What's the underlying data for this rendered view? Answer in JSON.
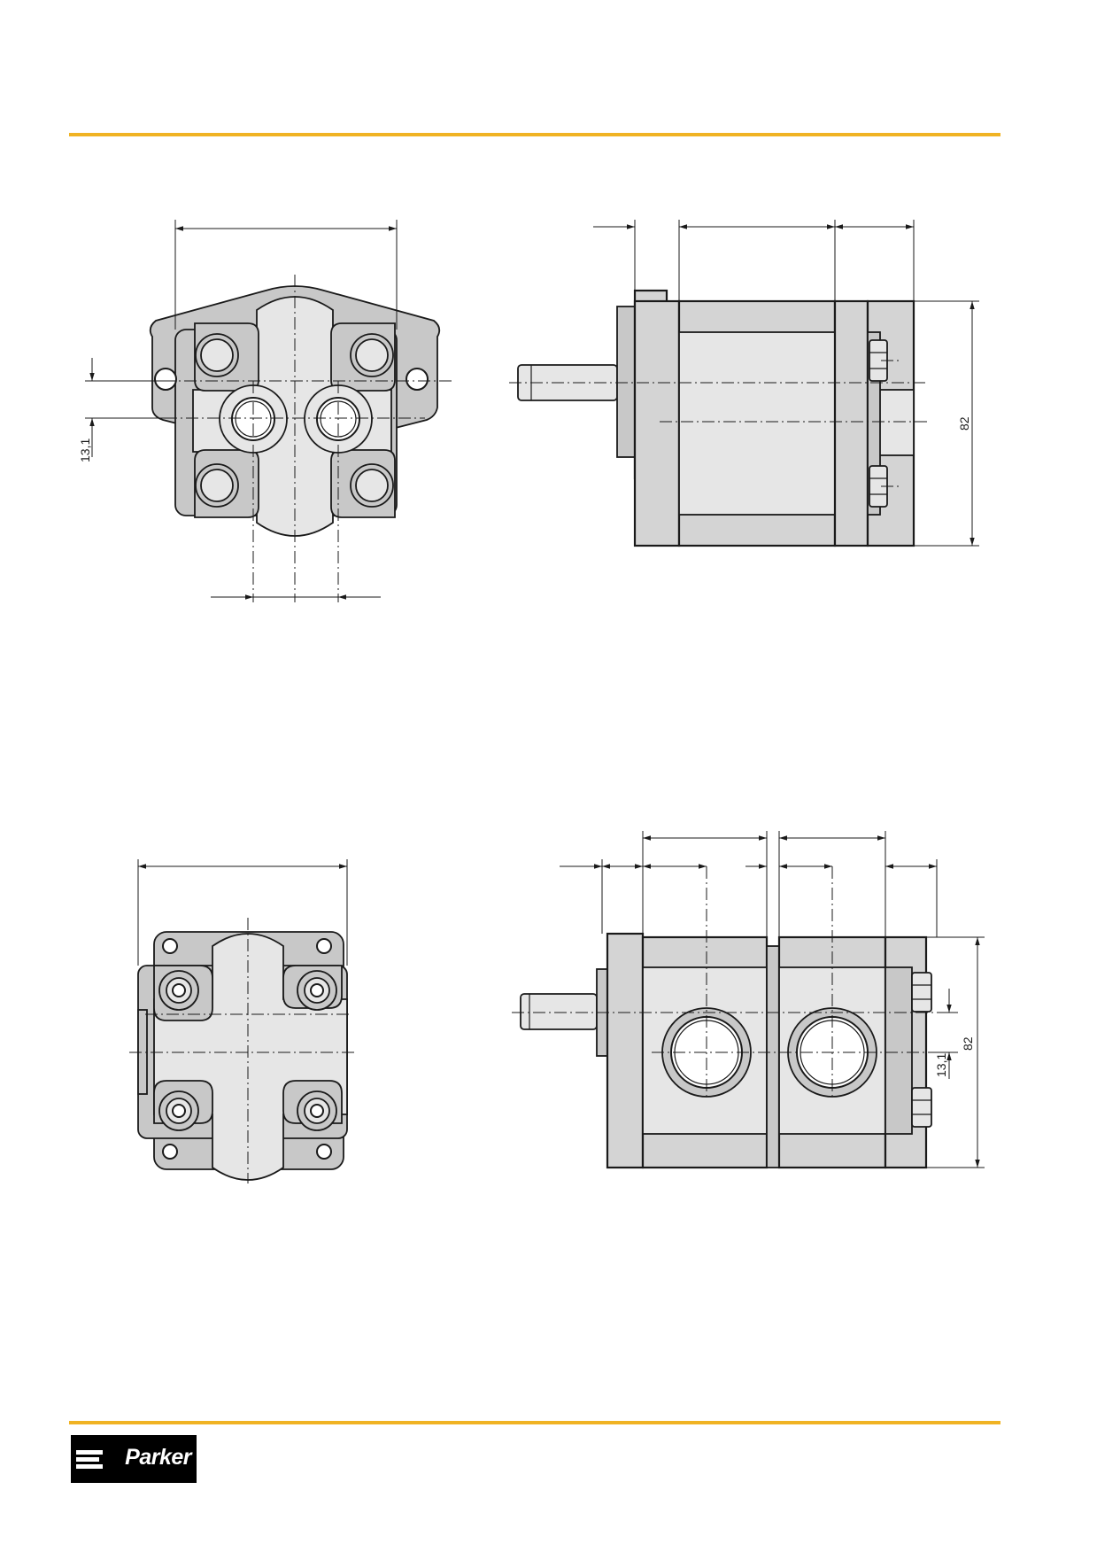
{
  "header": {
    "accent_color": "#f0b323"
  },
  "drawings": [
    {
      "id": "single-pump-front-view",
      "dims": {
        "vertical_offset": "13,1"
      }
    },
    {
      "id": "single-pump-side-view",
      "dims": {
        "height": "82"
      }
    },
    {
      "id": "double-pump-front-view",
      "dims": {}
    },
    {
      "id": "double-pump-side-view",
      "dims": {
        "vertical_offset": "13,1",
        "height": "82"
      }
    }
  ],
  "footer": {
    "logo_text": "Parker",
    "accent_color": "#f0b323"
  }
}
